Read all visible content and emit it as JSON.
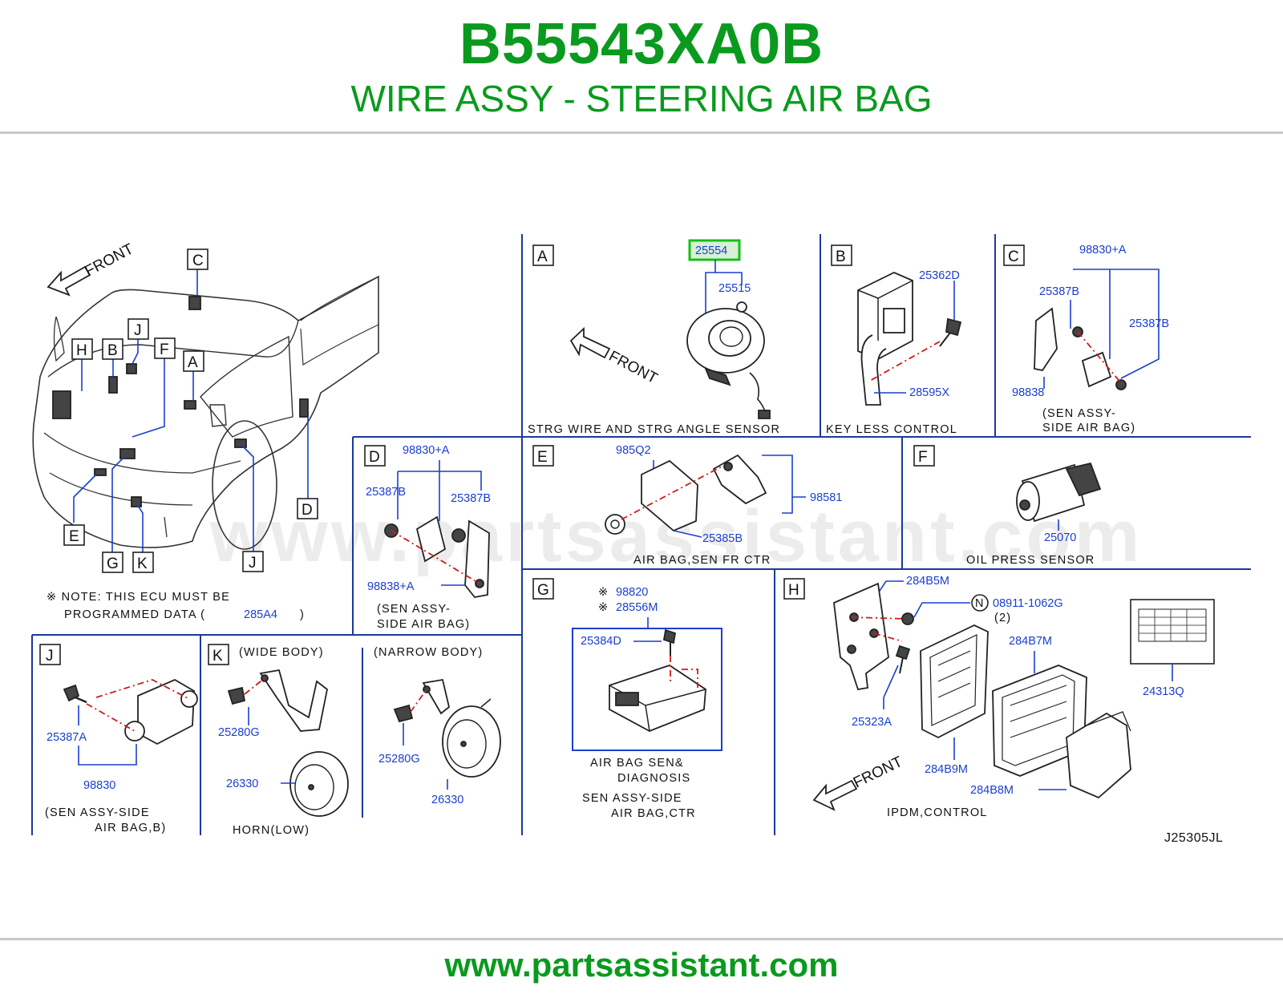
{
  "header": {
    "part_number": "B55543XA0B",
    "description": "WIRE ASSY - STEERING AIR BAG"
  },
  "footer": {
    "url": "www.partsassistant.com"
  },
  "watermark": "www.partsassistant.com",
  "diagram": {
    "code": "J25305JL",
    "front_label": "FRONT",
    "overview": {
      "callouts": [
        "C",
        "H",
        "B",
        "J",
        "F",
        "A",
        "E",
        "G",
        "K",
        "J",
        "D"
      ],
      "note_line1": "※ NOTE:  THIS  ECU  MUST  BE",
      "note_line2": "PROGRAMMED  DATA  (",
      "note_part": "285A4",
      "note_close": ")"
    },
    "section_a": {
      "letter": "A",
      "highlight_part": "25554",
      "parts": [
        "25515"
      ],
      "caption": "STRG  WIRE  AND  STRG  ANGLE  SENSOR"
    },
    "section_b": {
      "letter": "B",
      "parts": [
        "25362D",
        "28595X"
      ],
      "caption": "KEY  LESS  CONTROL"
    },
    "section_c": {
      "letter": "C",
      "parts": [
        "98830+A",
        "25387B",
        "25387B",
        "98838"
      ],
      "caption1": "(SEN  ASSY-",
      "caption2": "SIDE  AIR  BAG)"
    },
    "section_d": {
      "letter": "D",
      "parts": [
        "98830+A",
        "25387B",
        "25387B",
        "98838+A"
      ],
      "caption1": "(SEN  ASSY-",
      "caption2": "SIDE  AIR  BAG)"
    },
    "section_e": {
      "letter": "E",
      "parts": [
        "985Q2",
        "98581",
        "25385B"
      ],
      "caption": "AIR  BAG,SEN  FR  CTR"
    },
    "section_f": {
      "letter": "F",
      "parts": [
        "25070"
      ],
      "caption": "OIL  PRESS  SENSOR"
    },
    "section_g": {
      "letter": "G",
      "note1_mark": "※",
      "note1_part": "98820",
      "note2_mark": "※",
      "note2_part": "28556M",
      "parts": [
        "25384D"
      ],
      "caption1": "AIR  BAG  SEN&",
      "caption2": "DIAGNOSIS",
      "caption3": "SEN  ASSY-SIDE",
      "caption4": "AIR  BAG,CTR"
    },
    "section_h": {
      "letter": "H",
      "parts": [
        "284B5M",
        "08911-1062G",
        "(2)",
        "284B7M",
        "24313Q",
        "25323A",
        "284B9M",
        "284B8M"
      ],
      "n_symbol": "N",
      "caption": "IPDM,CONTROL"
    },
    "section_j": {
      "letter": "J",
      "parts": [
        "25387A",
        "98830"
      ],
      "caption1": "(SEN  ASSY-SIDE",
      "caption2": "AIR  BAG,B)"
    },
    "section_k": {
      "letter": "K",
      "wide_label": "(WIDE  BODY)",
      "narrow_label": "(NARROW  BODY)",
      "parts_wide": [
        "25280G",
        "26330"
      ],
      "parts_narrow": [
        "25280G",
        "26330"
      ],
      "caption": "HORN(LOW)"
    }
  }
}
